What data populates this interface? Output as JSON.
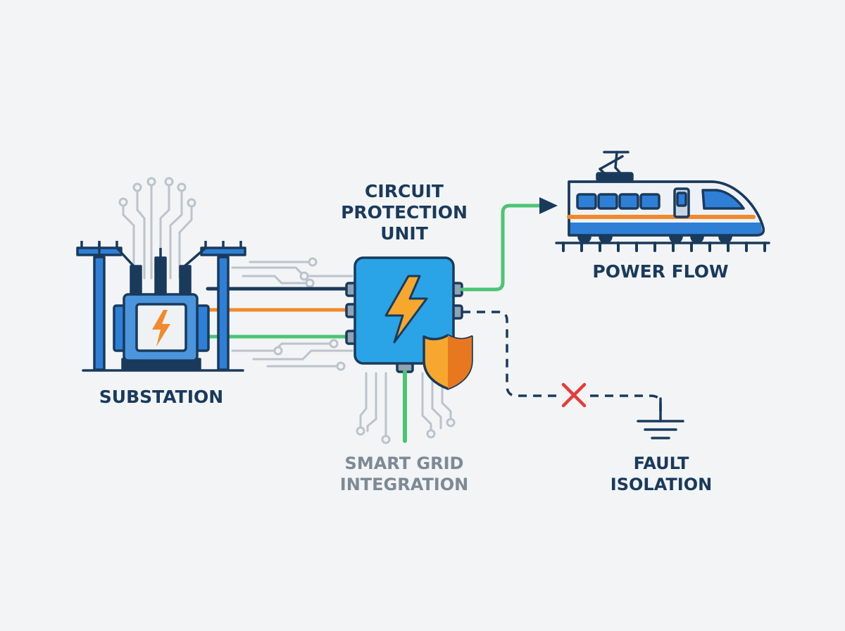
{
  "labels": {
    "substation": "SUBSTATION",
    "protection_line1": "CIRCUIT",
    "protection_line2": "PROTECTION",
    "protection_line3": "UNIT",
    "power_flow": "POWER FLOW",
    "smart_grid_line1": "SMART GRID",
    "smart_grid_line2": "INTEGRATION",
    "fault_line1": "FAULT",
    "fault_line2": "ISOLATION"
  },
  "colors": {
    "background": "#f2f4f6",
    "navy": "#1a3a5c",
    "blue": "#2f7fd6",
    "cyan": "#2aa4e6",
    "orange": "#f08a2c",
    "green": "#4cc474",
    "red": "#e63c3c",
    "grey": "#b9c0c8"
  },
  "icons": {
    "substation": "transformer-icon",
    "unit": "lightning-bolt-icon",
    "shield": "shield-icon",
    "train": "train-icon",
    "ground": "ground-icon",
    "fault": "x-mark-icon"
  }
}
